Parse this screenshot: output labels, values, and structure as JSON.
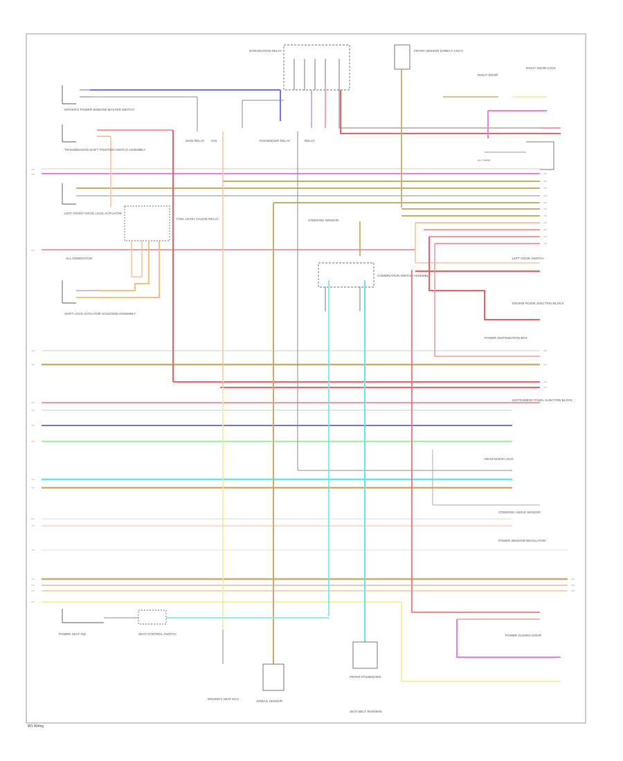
{
  "colors": {
    "blue": "#6f6ff0",
    "red": "#f06060",
    "pink": "#f59aa0",
    "magenta": "#f07ae8",
    "tan": "#c6ad6a",
    "orange": "#f7b870",
    "peach": "#f9c49a",
    "cyan": "#60e6ee",
    "green": "#9cf2a0",
    "yellow": "#f3ec8f",
    "black": "#555555",
    "grey": "#bdbdbd",
    "lightgrey": "#dcdcdc"
  },
  "labels": {
    "top_left_switch": "DRIVER'S POWER WINDOW MASTER SWITCH",
    "shift_lock": "TRANSMISSION SHIFT POSITION SWITCH ASSEMBLY",
    "left_door": "LEFT FRONT DOOR LOCK ACTUATOR",
    "mode_relay": "FUEL LEVEL GAUGE RELAY",
    "left_transmission": "SHIFT LOCK ACTUATOR SOLENOID ASSEMBLY",
    "fuse_1": "MAIN RELAY",
    "fuse_2": "IGN",
    "fuse_3": "PASSENGER RELAY",
    "fuse_4": "RELAY",
    "top_center": "INTEGRATION RELAY",
    "top_right_a": "FRONT SENSOR (DIRECT ASSY)",
    "top_right_b": "RIGHT DOOR",
    "top_right_c": "RIGHT DOOR LOCK",
    "center_sensor": "STEERING SENSOR",
    "center_switch": "COMBINATION SWITCH ASSEMBLY",
    "right_1": "LEFT DOOR SWITCH",
    "right_2": "ENGINE ROOM JUNCTION BLOCK",
    "right_3": "POWER DISTRIBUTION BOX",
    "right_4": "INSTRUMENT PANEL JUNCTION BLOCK",
    "right_5": "REAR DOOR LOCK",
    "right_6": "STEERING ANGLE SENSOR",
    "right_7": "POWER WINDOW REGULATOR",
    "bottom_1": "POWER SEAT SW",
    "bottom_2": "SEAT CONTROL SWITCH",
    "bottom_3": "DRIVER'S SEAT ECU",
    "bottom_4": "AIRBAG SENSOR",
    "bottom_5": "FRONT PASSENGER",
    "bottom_6": "SEAT BELT WARNING",
    "bottom_right": "POWER SLIDING DOOR",
    "footer": "W1 Wiring"
  }
}
